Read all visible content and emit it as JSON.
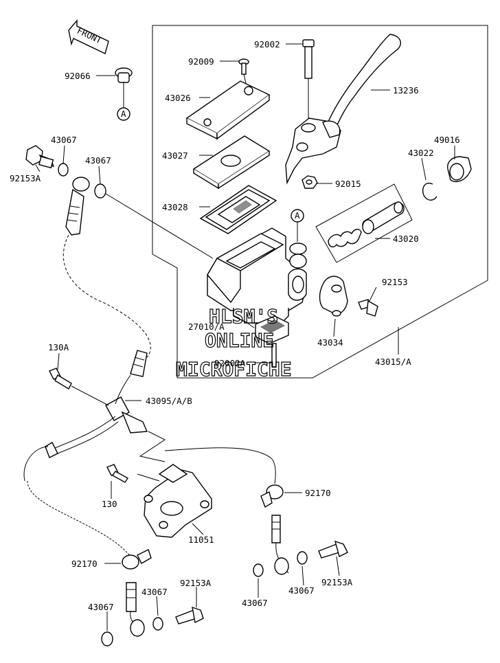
{
  "front_label": "FRONT",
  "callout_letter": "A",
  "watermark": [
    "HLSM'S",
    "ONLINE",
    "MICROFICHE"
  ],
  "parts": {
    "p92066": "92066",
    "p92002": "92002",
    "p92009": "92009",
    "p43026": "43026",
    "p13236": "13236",
    "p43027": "43027",
    "p49016": "49016",
    "p43022": "43022",
    "p43067_top": "43067",
    "p43067_mid": "43067",
    "p92015": "92015",
    "p92153A_top": "92153A",
    "p43028": "43028",
    "p43020": "43020",
    "p92153": "92153",
    "p27010A": "27010/A",
    "p43034": "43034",
    "p130A": "130A",
    "p92002A": "92002A",
    "p43015A": "43015/A",
    "p43095": "43095/A/B",
    "p92170_right": "92170",
    "p130": "130",
    "p11051": "11051",
    "p92170_left": "92170",
    "p92153A_left": "92153A",
    "p43067_left1": "43067",
    "p43067_left2": "43067",
    "p43067_right1": "43067",
    "p43067_right2": "43067",
    "p92153A_right": "92153A"
  }
}
